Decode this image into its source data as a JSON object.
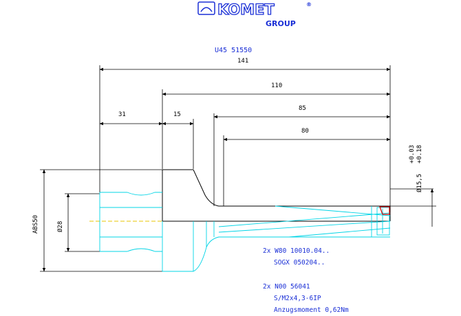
{
  "logo": {
    "brand": "KOMET",
    "registered": "®",
    "group": "GROUP"
  },
  "drawing": {
    "part_number": "U45 51550",
    "dimensions": {
      "overall_length": "141",
      "length_110": "110",
      "length_85": "85",
      "length_80": "80",
      "length_31": "31",
      "length_15": "15",
      "shank_size": "ABS50",
      "bore_diameter": "Ø28",
      "bore_tolerance_upper": "+0.03",
      "bore_tolerance_lower": "+0.18",
      "cutting_diameter": "Ø15,5"
    },
    "notes": {
      "line1": "2x W80 10010.04..",
      "line2": "SOGX 050204..",
      "line3": "2x N00 56041",
      "line4": "S/M2x4,3-6IP",
      "line5": "Anzugsmoment 0,62Nm"
    }
  },
  "colors": {
    "outline": "#000000",
    "hidden_lines": "#00d4e6",
    "centerline": "#e8c400",
    "text": "#1a2fd6",
    "insert": "#d40000"
  }
}
